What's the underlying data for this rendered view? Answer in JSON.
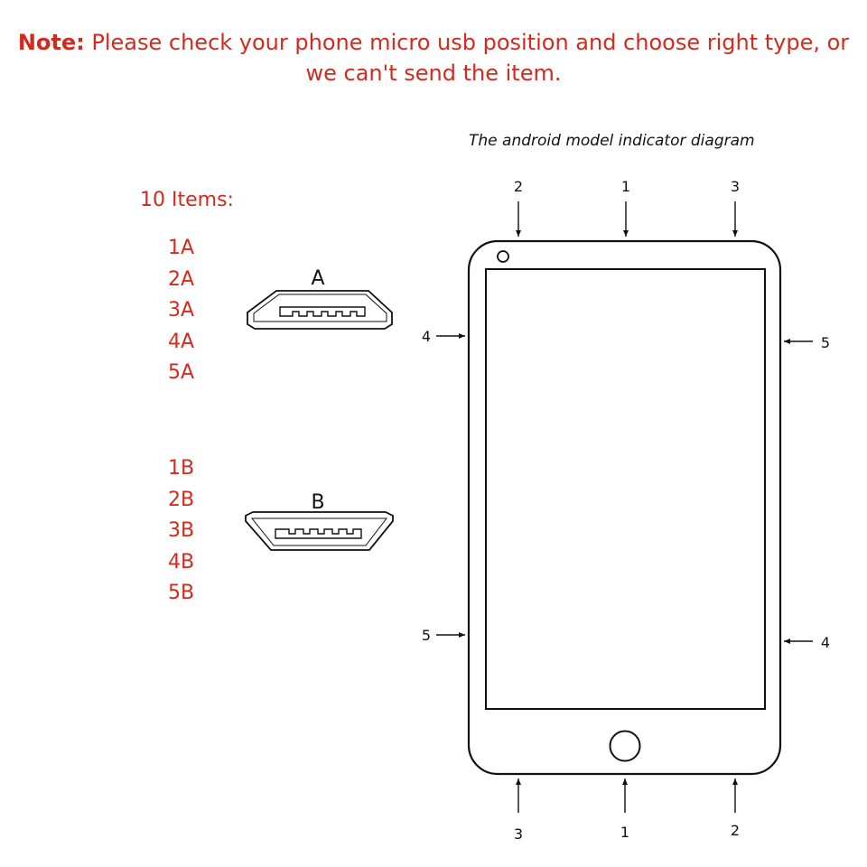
{
  "note": {
    "label": "Note:",
    "text": " Please check your phone micro usb position and choose right type, or",
    "text_line2": "we can't send the item."
  },
  "items": {
    "title": "10 Items:",
    "group_a": [
      "1A",
      "2A",
      "3A",
      "4A",
      "5A"
    ],
    "group_b": [
      "1B",
      "2B",
      "3B",
      "4B",
      "5B"
    ]
  },
  "connectors": {
    "a_label": "A",
    "b_label": "B"
  },
  "diagram": {
    "title": "The android model indicator diagram",
    "top_labels": [
      "2",
      "1",
      "3"
    ],
    "bottom_labels": [
      "3",
      "1",
      "2"
    ],
    "left_labels": [
      "4",
      "5"
    ],
    "right_labels": [
      "5",
      "4"
    ]
  },
  "colors": {
    "accent": "#d42a1e",
    "line": "#111111"
  }
}
